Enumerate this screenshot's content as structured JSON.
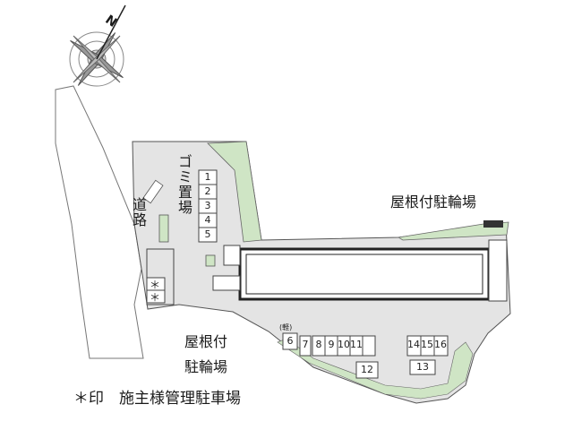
{
  "compass_letter": "N",
  "road_label": "道路",
  "garbage_label": "ゴミ置場",
  "bike_label_right": "屋根付駐輪場",
  "bike_label_lower": [
    "屋根付",
    "駐輪場"
  ],
  "small_label": "(軽)",
  "star_mark": "＊",
  "legend": "＊印　施主様管理駐車場",
  "parking_left": [
    "1",
    "2",
    "3",
    "4",
    "5"
  ],
  "parking_top_mid": [
    "6",
    "7",
    "8",
    "9",
    "10",
    "11"
  ],
  "parking_bottom_mid": [
    "12"
  ],
  "parking_top_right": [
    "14",
    "15",
    "16"
  ],
  "parking_bottom_right": [
    "13"
  ],
  "colors": {
    "lot": "#e4e4e4",
    "green": "#cfe5c5",
    "outline": "#555555",
    "road": "#ffffff"
  }
}
